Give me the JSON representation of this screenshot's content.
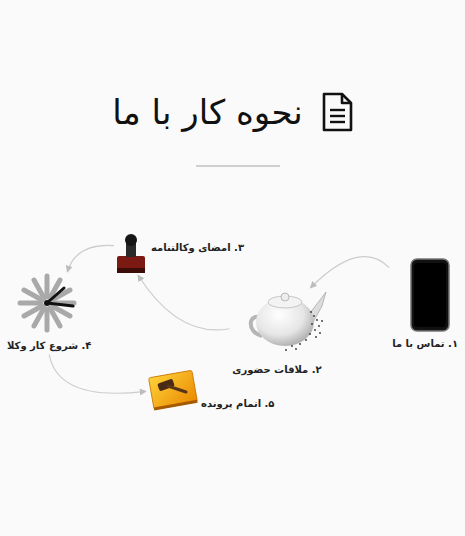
{
  "diagram": {
    "title": "نحوه کار با ما",
    "nodes": [
      {
        "text": [
          "۱. تماس با ما"
        ]
      },
      {
        "text": [
          "۲. ملاقات حضوری"
        ]
      },
      {
        "text": [
          "۳. امضای وکالتنامه"
        ]
      },
      {
        "text": [
          "۴. شروع کار وکلا"
        ]
      },
      {
        "text": [
          "۵. اتمام پرونده"
        ]
      }
    ],
    "edges": [
      {
        "from": 0,
        "to": 1,
        "arrow": "to"
      },
      {
        "from": 1,
        "to": 2,
        "arrow": "to"
      },
      {
        "from": 2,
        "to": 3,
        "arrow": "to"
      },
      {
        "from": 3,
        "to": 4,
        "arrow": "to"
      }
    ]
  }
}
